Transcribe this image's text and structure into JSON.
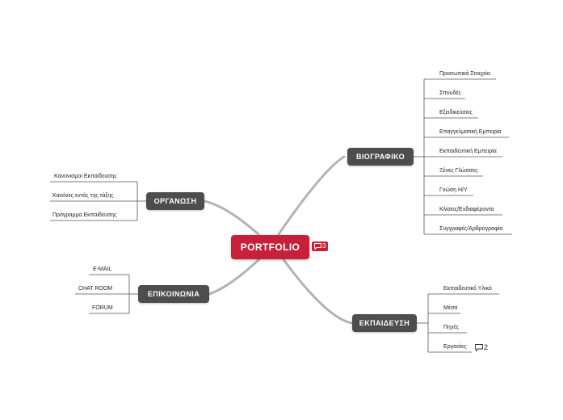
{
  "central": {
    "label": "PORTFOLIO",
    "comment_count": "3"
  },
  "branches": {
    "biografiko": {
      "label": "ΒΙΟΓΡΑΦΙΚΟ",
      "items": [
        "Προσωπικά Στοιχεία",
        "Σπουδές",
        "Εξειδικεύσεις",
        "Επαγγελματική Εμπειρία",
        "Εκπαιδευτική Εμπειρία",
        "Ξένες Γλώσσες",
        "Γνώση Η/Υ",
        "Κλίσεις/Ενδιαφέροντα",
        "Συγγραφές/Αρθρογραφία"
      ]
    },
    "organosi": {
      "label": "ΟΡΓΑΝΩΣΗ",
      "items": [
        "Κανονισμοί Εκπαίδευσης",
        "Κανόνες εντός της τάξης",
        "Πρόγραμμα Εκπαίδευσης"
      ]
    },
    "epikoinonia": {
      "label": "ΕΠΙΚΟΙΝΩΝΙΑ",
      "items": [
        "E-MAIL",
        "CHAT ROOM",
        "FORUM"
      ]
    },
    "ekpaideusi": {
      "label": "ΕΚΠΑΙΔΕΥΣΗ",
      "items": [
        "Εκπαιδευτικό Υλικό",
        "Μέσα",
        "Πηγές",
        "Εργασίες"
      ],
      "comment_count": "2"
    }
  },
  "colors": {
    "central": "#c8203a",
    "node": "#4d4d4d",
    "connector": "#b3b3b3",
    "leaf_line": "#555555"
  }
}
